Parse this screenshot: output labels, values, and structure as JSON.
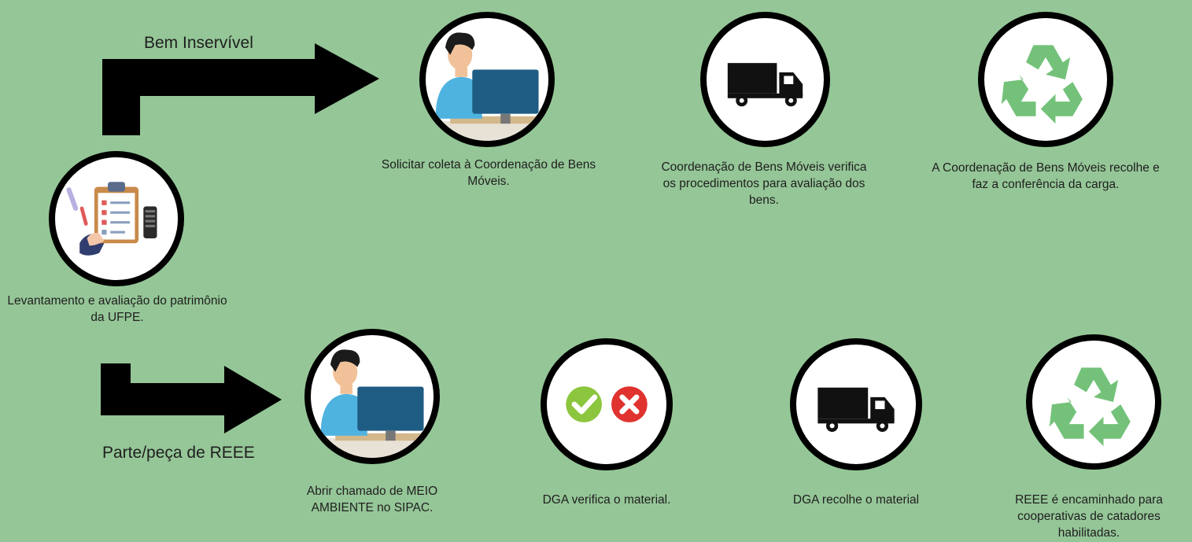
{
  "start": {
    "label": "Levantamento e avaliação do patrimônio da UFPE."
  },
  "top_route": {
    "label": "Bem Inservível",
    "steps": [
      {
        "label": "Solicitar coleta à Coordenação de Bens Móveis.",
        "icon": "person-at-computer-icon"
      },
      {
        "label": "Coordenação de Bens Móveis verifica os procedimentos para avaliação dos bens.",
        "icon": "truck-icon"
      },
      {
        "label": "A Coordenação de Bens Móveis recolhe e faz a conferência da carga.",
        "icon": "recycle-icon"
      }
    ]
  },
  "bottom_route": {
    "label": "Parte/peça de REEE",
    "steps": [
      {
        "label": "Abrir chamado de MEIO AMBIENTE no SIPAC.",
        "icon": "person-at-computer-icon"
      },
      {
        "label": "DGA verifica o material.",
        "icon": "check-and-cross-icon"
      },
      {
        "label": "DGA recolhe o material",
        "icon": "truck-icon"
      },
      {
        "label": "REEE é encaminhado para cooperativas de catadores habilitadas.",
        "icon": "recycle-icon"
      }
    ]
  },
  "colors": {
    "background": "#95c697",
    "arrow": "#000000",
    "recycle": "#74c27a",
    "check": "#8cc63f",
    "cross": "#e0322f",
    "monitor": "#1f5c84",
    "shirt": "#4fb3e0"
  }
}
